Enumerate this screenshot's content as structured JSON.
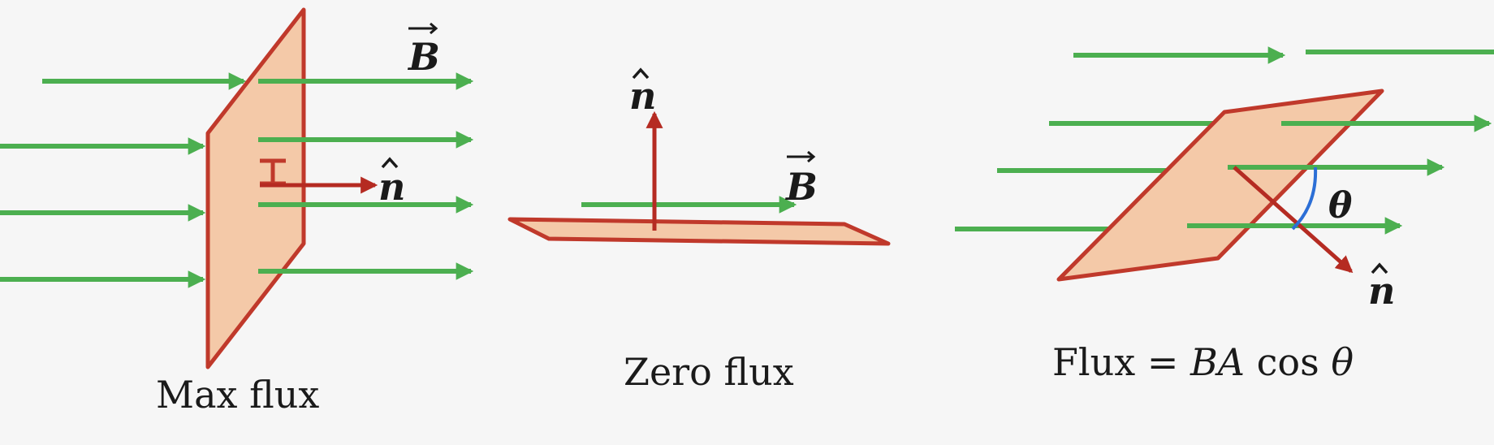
{
  "panels": {
    "max": {
      "caption": "Max flux",
      "field_label": "B",
      "normal_label": "n"
    },
    "zero": {
      "caption": "Zero flux",
      "field_label": "B",
      "normal_label": "n"
    },
    "angled": {
      "formula": {
        "lhs": "Flux = ",
        "b": "B",
        "a": "A",
        "cos": " cos ",
        "theta": "θ"
      },
      "normal_label": "n",
      "angle_label": "θ"
    }
  },
  "colors": {
    "field_lines": "#4caf50",
    "surface_fill": "#f4c9a8",
    "surface_stroke": "#c0392b",
    "normal_vector": "#b52b22",
    "angle_arc": "#2c6fd6",
    "background": "#f6f6f6"
  }
}
